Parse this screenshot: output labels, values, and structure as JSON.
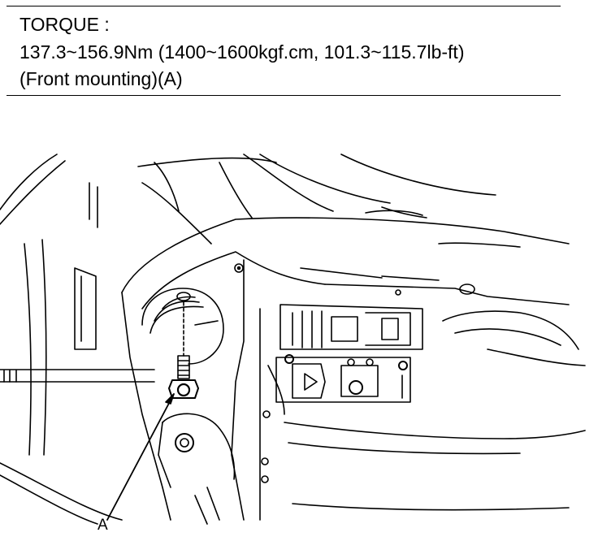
{
  "spec": {
    "title": "TORQUE :",
    "value": "137.3~156.9Nm (1400~1600kgf.cm, 101.3~115.7lb-ft)",
    "location": "(Front mounting)(A)"
  },
  "figure": {
    "callout_label": "A"
  }
}
